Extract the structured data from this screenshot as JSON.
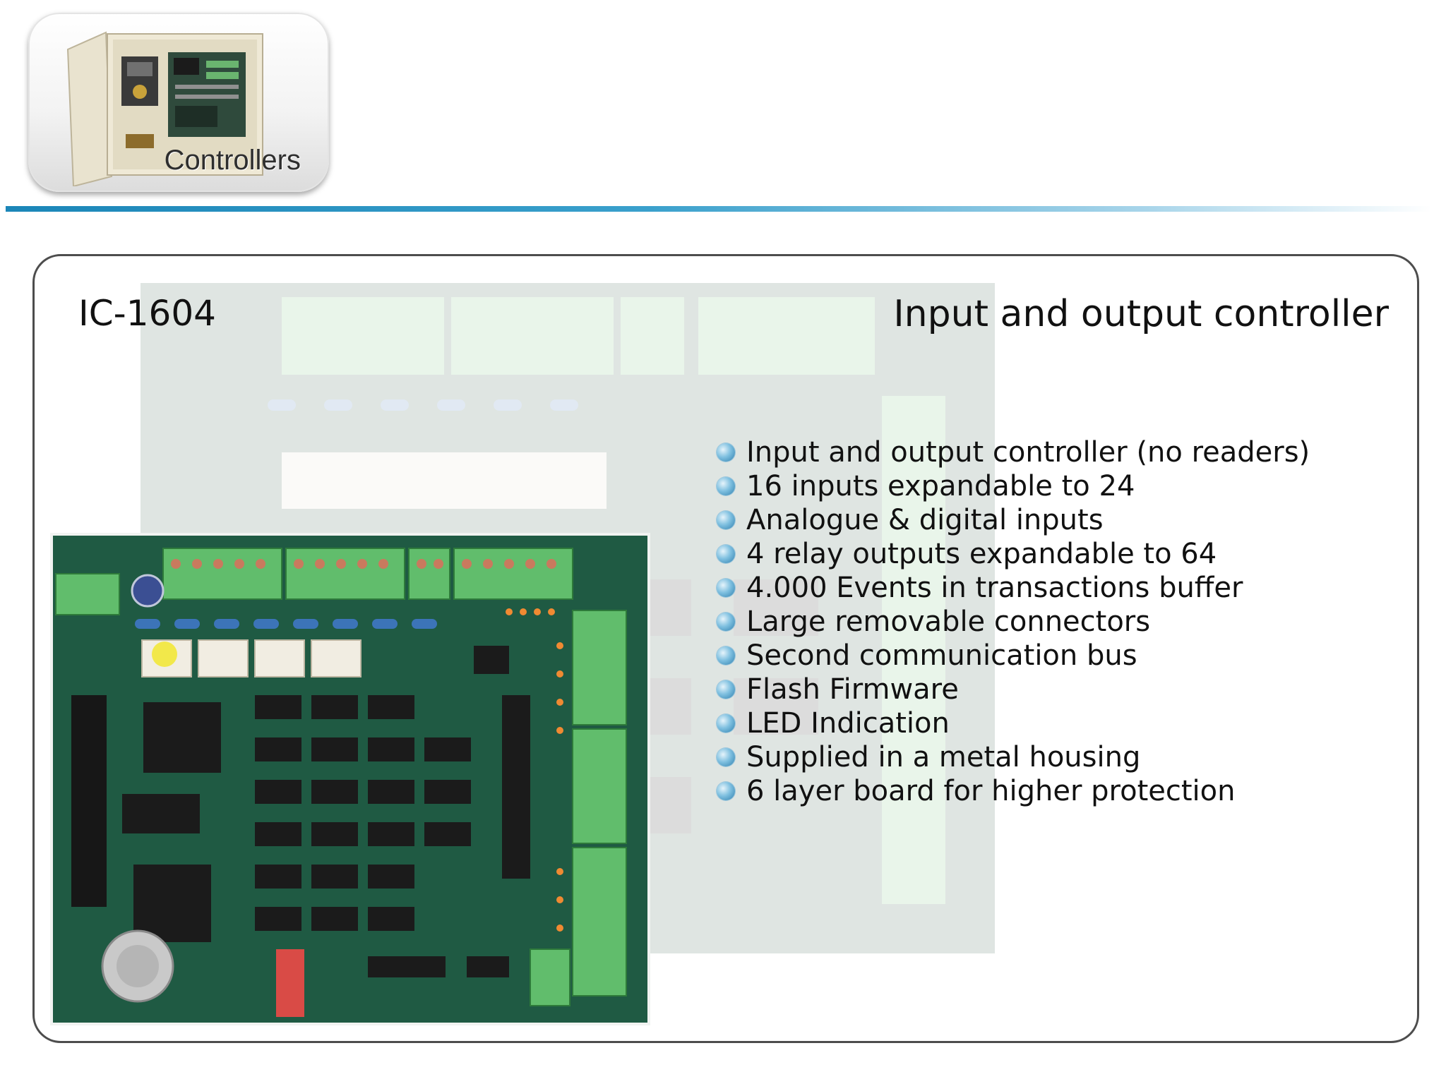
{
  "header": {
    "badge_label": "Controllers",
    "badge_icon": "control-cabinet-icon"
  },
  "panel": {
    "model": "IC-1604",
    "title": "Input and output controller",
    "board_image": "circuit-board-image",
    "features": [
      "Input and output controller (no readers)",
      "16 inputs expandable to 24",
      "Analogue & digital inputs",
      "4 relay outputs expandable to 64",
      "4.000 Events in transactions buffer",
      "Large removable connectors",
      "Second communication bus",
      "Flash Firmware",
      "LED Indication",
      "Supplied in a metal housing",
      "6 layer board for higher protection"
    ]
  },
  "colors": {
    "accent_blue": "#1b86b8",
    "board_green": "#1f5a43",
    "connector_green": "#5fbf6b"
  }
}
